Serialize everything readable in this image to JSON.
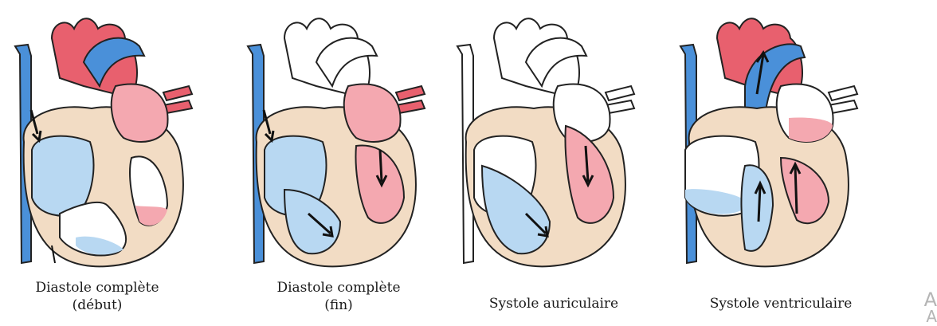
{
  "stages": [
    {
      "id": "diastole-debut",
      "line1": "Diastole complète",
      "line2": "(début)"
    },
    {
      "id": "diastole-fin",
      "line1": "Diastole complète",
      "line2": "(fin)"
    },
    {
      "id": "systole-auriculaire",
      "line1": "Systole auriculaire",
      "line2": ""
    },
    {
      "id": "systole-ventriculaire",
      "line1": "Systole ventriculaire",
      "line2": ""
    }
  ],
  "watermark": {
    "line1": "A",
    "line2": "A"
  },
  "colors": {
    "deoxygenated_blue": "#4a90d9",
    "light_blue": "#b8d8f2",
    "oxygenated_red": "#e8606e",
    "light_red": "#f4a8b0",
    "wall_tan": "#f2dcc4",
    "outline": "#222222"
  }
}
